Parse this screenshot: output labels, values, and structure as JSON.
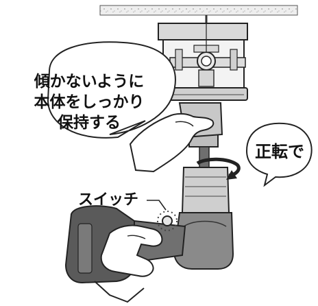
{
  "callouts": {
    "hold": [
      "傾かないように",
      "本体をしっかり",
      "保持する"
    ],
    "rotate": "正転で"
  },
  "labels": {
    "switch": "スイッチ"
  },
  "colors": {
    "line": "#1a1a1a",
    "light_gray": "#e6e6e6",
    "mid_gray": "#bdbdbd",
    "dark_gray": "#6f6f6f",
    "drill_dark": "#4a4a4a"
  }
}
